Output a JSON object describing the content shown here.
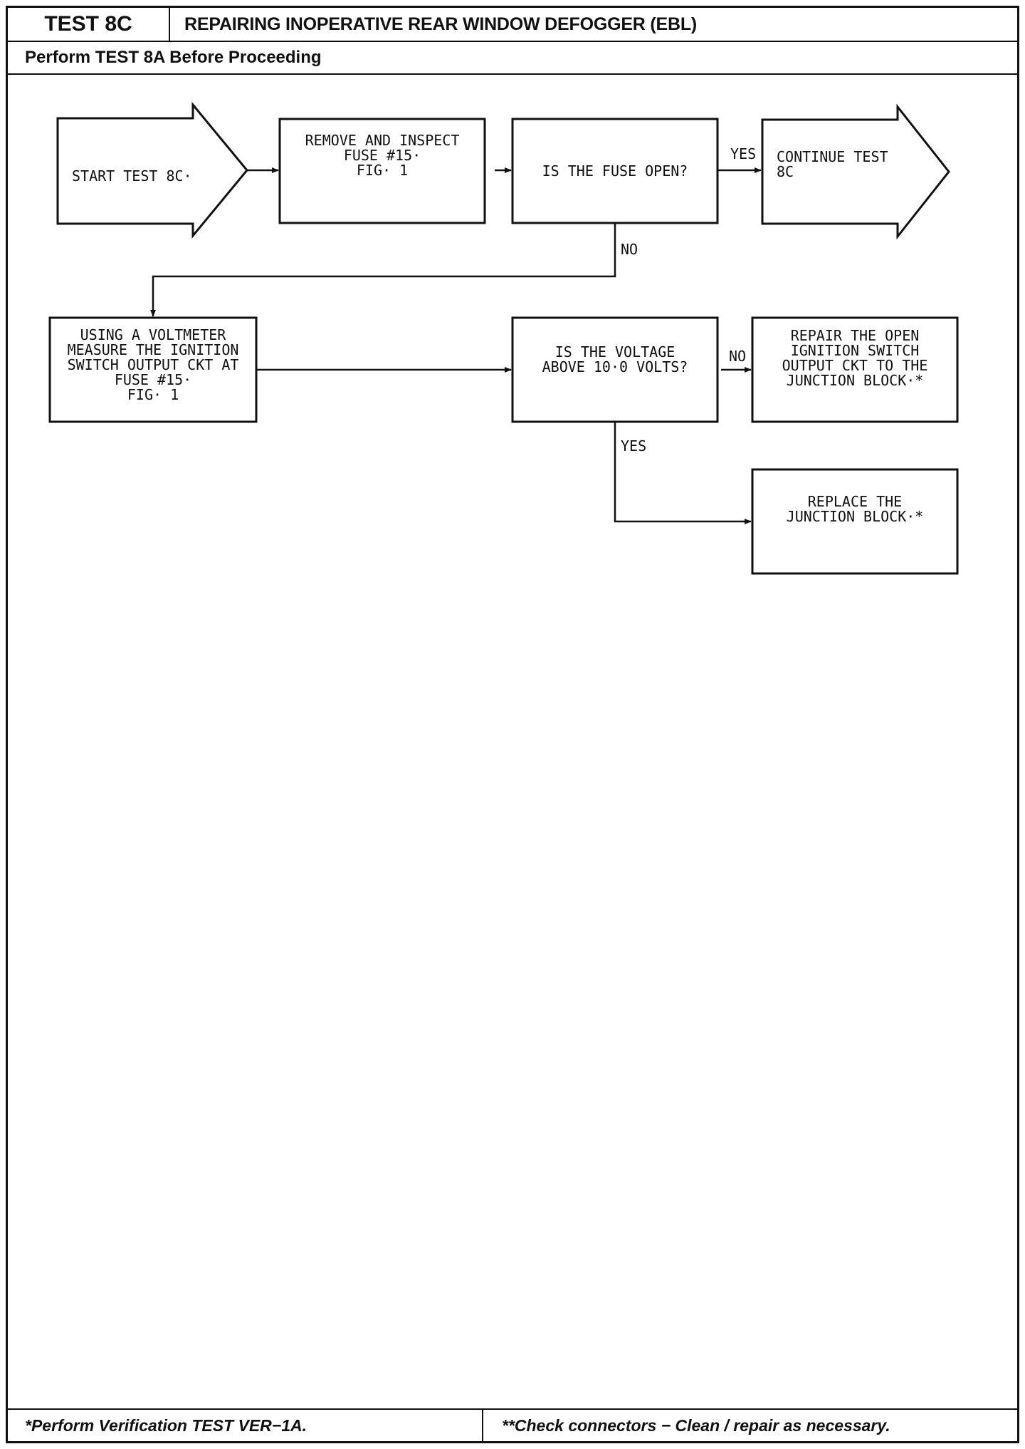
{
  "header": {
    "test_id": "TEST 8C",
    "title": "REPAIRING INOPERATIVE REAR WINDOW DEFOGGER (EBL)",
    "subtitle": "Perform TEST 8A Before Proceeding"
  },
  "flowchart": {
    "nodes": {
      "start": [
        "START TEST 8C·"
      ],
      "remove_fuse": [
        "REMOVE AND INSPECT",
        "FUSE #15·",
        "",
        "FIG· 1"
      ],
      "fuse_open": [
        "IS THE FUSE OPEN?"
      ],
      "continue": [
        "CONTINUE TEST",
        "8C"
      ],
      "voltmeter": [
        "USING A VOLTMETER",
        "MEASURE THE IGNITION",
        "SWITCH OUTPUT CKT AT",
        "FUSE #15·",
        "FIG· 1"
      ],
      "voltage_check": [
        "IS THE VOLTAGE",
        "ABOVE 10·0 VOLTS?"
      ],
      "repair_open": [
        "REPAIR THE OPEN",
        "IGNITION SWITCH",
        "OUTPUT CKT TO THE",
        "JUNCTION BLOCK·*"
      ],
      "replace_block": [
        "REPLACE THE",
        "JUNCTION BLOCK·*"
      ]
    },
    "labels": {
      "fuse_yes": "YES",
      "fuse_no": "NO",
      "volt_no": "NO",
      "volt_yes": "YES"
    }
  },
  "footer": {
    "left": "*Perform Verification TEST VER−1A.",
    "right": "**Check connectors − Clean / repair as necessary."
  }
}
